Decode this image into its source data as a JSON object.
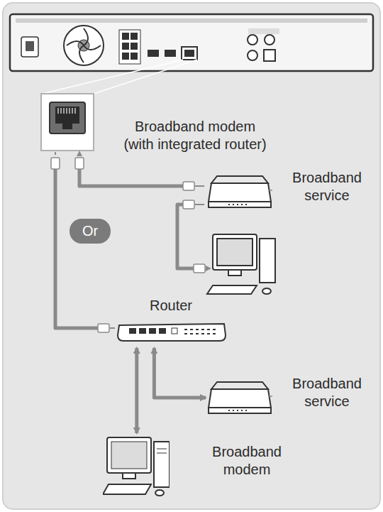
{
  "diagram": {
    "nodes": [
      {
        "text": [
          "Broadband service"
        ]
      },
      {
        "text": [
          "Or"
        ]
      },
      {
        "text": [
          "Router"
        ]
      },
      {
        "text": [
          "Broadband service"
        ]
      },
      {
        "text": [
          "Broadband modem"
        ]
      }
    ],
    "edges": [
      {
        "from": 2,
        "to": 3,
        "arrow": "both"
      },
      {
        "from": 2,
        "to": 4,
        "arrow": "both"
      }
    ],
    "labels": [
      "Broadband modem (with integrated router)"
    ]
  }
}
